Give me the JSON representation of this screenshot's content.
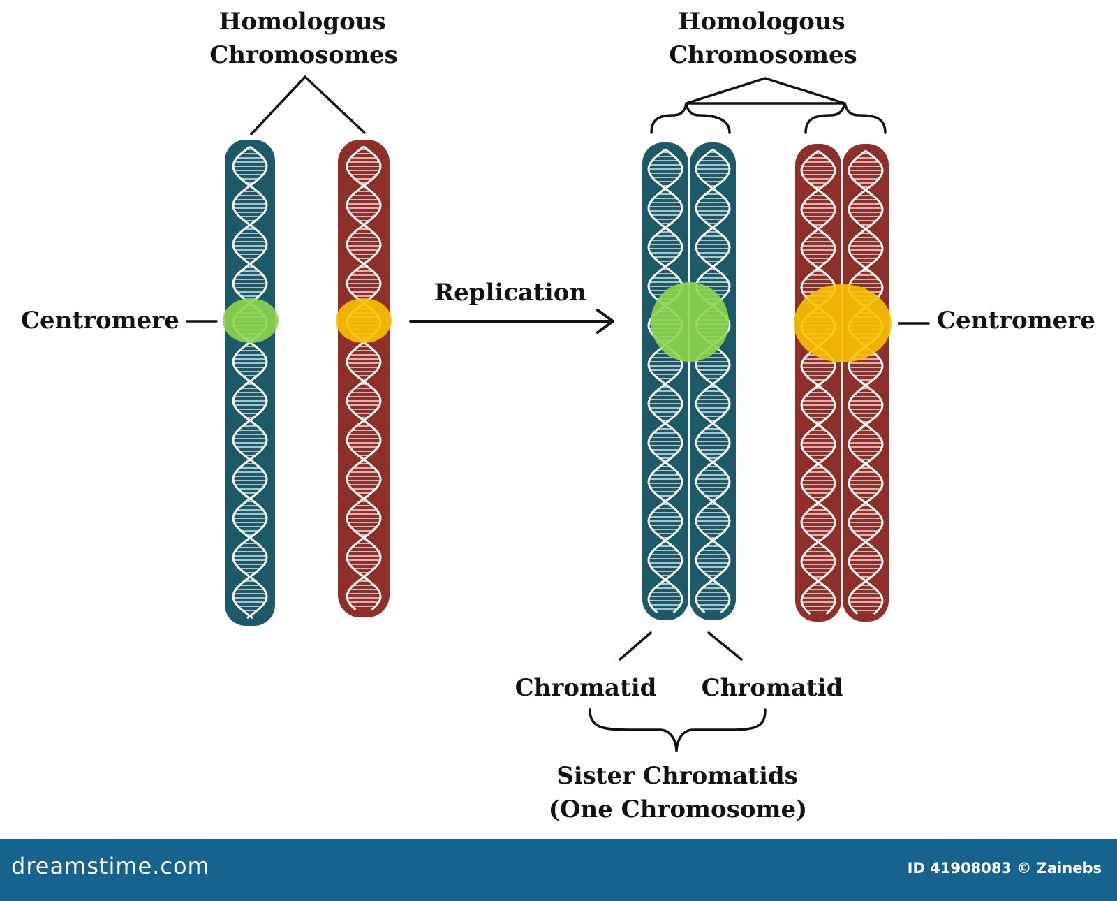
{
  "labels": {
    "homologous_left": [
      "Homologous",
      "Chromosomes"
    ],
    "homologous_right": [
      "Homologous",
      "Chromosomes"
    ],
    "centromere_left": "Centromere",
    "centromere_right": "Centromere",
    "replication": "Replication",
    "chromatid_left": "Chromatid",
    "chromatid_right": "Chromatid",
    "sister_chromatids": [
      "Sister Chromatids",
      "(One Chromosome)"
    ]
  },
  "footer": {
    "brand": "dreamstime.com",
    "credit": "ID 41908083 © Zainebs"
  },
  "colors": {
    "teal": "#1c5a6a",
    "red": "#8e2f2a",
    "green_centromere": "#8ed64c",
    "yellow_centromere": "#f8c200",
    "footer_bar": "#16638f",
    "dna_strand": "#ffffff"
  }
}
